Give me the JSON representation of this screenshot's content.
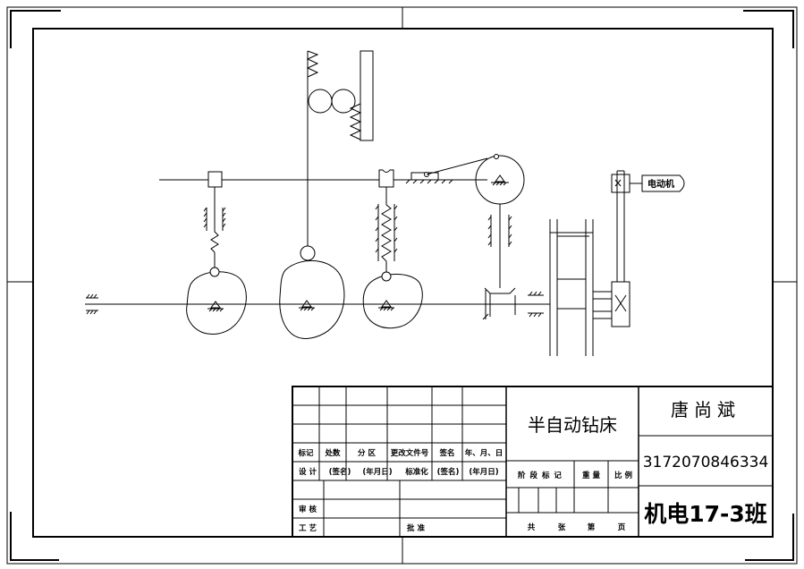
{
  "title_block": {
    "drawing_title": "半自动钻床",
    "designer_name": "唐尚斌",
    "student_id": "3172070846334",
    "class_name": "机电17-3班",
    "row_labels": [
      "标记",
      "处数",
      "分 区",
      "更改文件号",
      "签名",
      "年、月、日"
    ],
    "design_row": [
      "设 计",
      "(签名)",
      "(年月日)",
      "标准化",
      "(签名)",
      "(年月日)"
    ],
    "review_label": "审 核",
    "process_label": "工 艺",
    "approve_label": "批 准",
    "stage_headers": [
      "阶 段 标 记",
      "重 量",
      "比 例"
    ],
    "sheet_labels": [
      "共",
      "张",
      "第",
      "页"
    ]
  },
  "diagram": {
    "motor_label": "电动机"
  }
}
